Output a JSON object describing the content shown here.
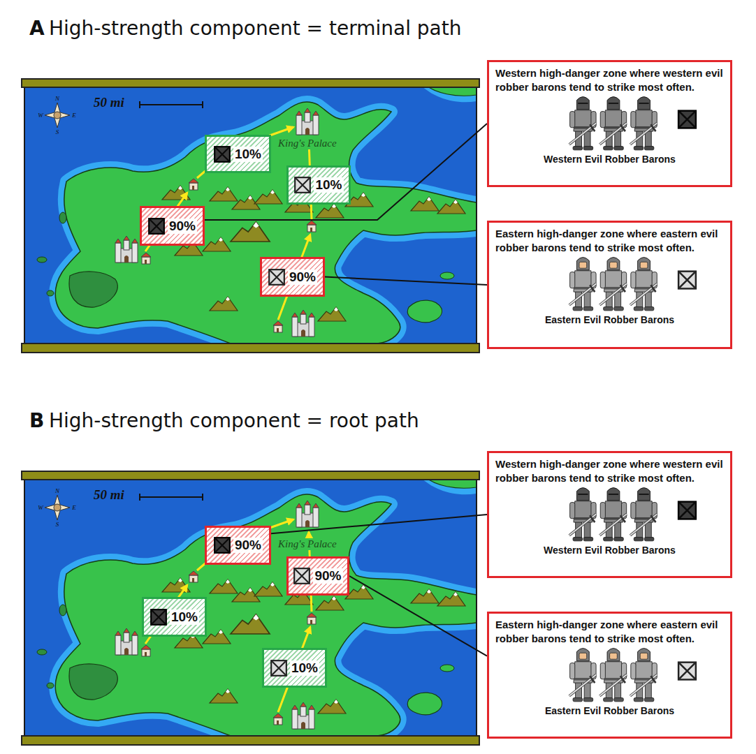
{
  "diagram": {
    "nodes": [
      {
        "text": [
          "10%"
        ]
      },
      {
        "text": [
          "10%"
        ]
      },
      {
        "text": [
          "90%"
        ]
      },
      {
        "text": [
          "90%"
        ]
      },
      {
        "text": [
          "Western high-danger zone where western evil robber barons tend to strike most often.",
          "Western Evil Robber Barons"
        ]
      },
      {
        "text": [
          "Eastern high-danger zone where eastern evil robber barons tend to strike most often.",
          "Eastern Evil Robber Barons"
        ]
      },
      {
        "text": [
          "90%"
        ]
      },
      {
        "text": [
          "90%"
        ]
      },
      {
        "text": [
          "10%"
        ]
      },
      {
        "text": [
          "10%"
        ]
      },
      {
        "text": [
          "Western high-danger zone where western evil robber barons tend to strike most often.",
          "Western Evil Robber Barons"
        ]
      },
      {
        "text": [
          "Eastern high-danger zone where eastern evil robber barons tend to strike most often.",
          "Eastern Evil Robber Barons"
        ]
      }
    ],
    "edges": [
      {
        "from": 2,
        "to": 4,
        "arrow": "none"
      },
      {
        "from": 3,
        "to": 5,
        "arrow": "none"
      },
      {
        "from": 6,
        "to": 10,
        "arrow": "none"
      },
      {
        "from": 7,
        "to": 11,
        "arrow": "none"
      }
    ],
    "labels": [
      "A",
      "High-strength component = terminal path",
      "N",
      "W",
      "E",
      "S",
      "50 mi",
      "King's Palace",
      "B",
      "High-strength component = root path",
      "N",
      "W",
      "E",
      "S",
      "50 mi",
      "King's Palace"
    ]
  }
}
